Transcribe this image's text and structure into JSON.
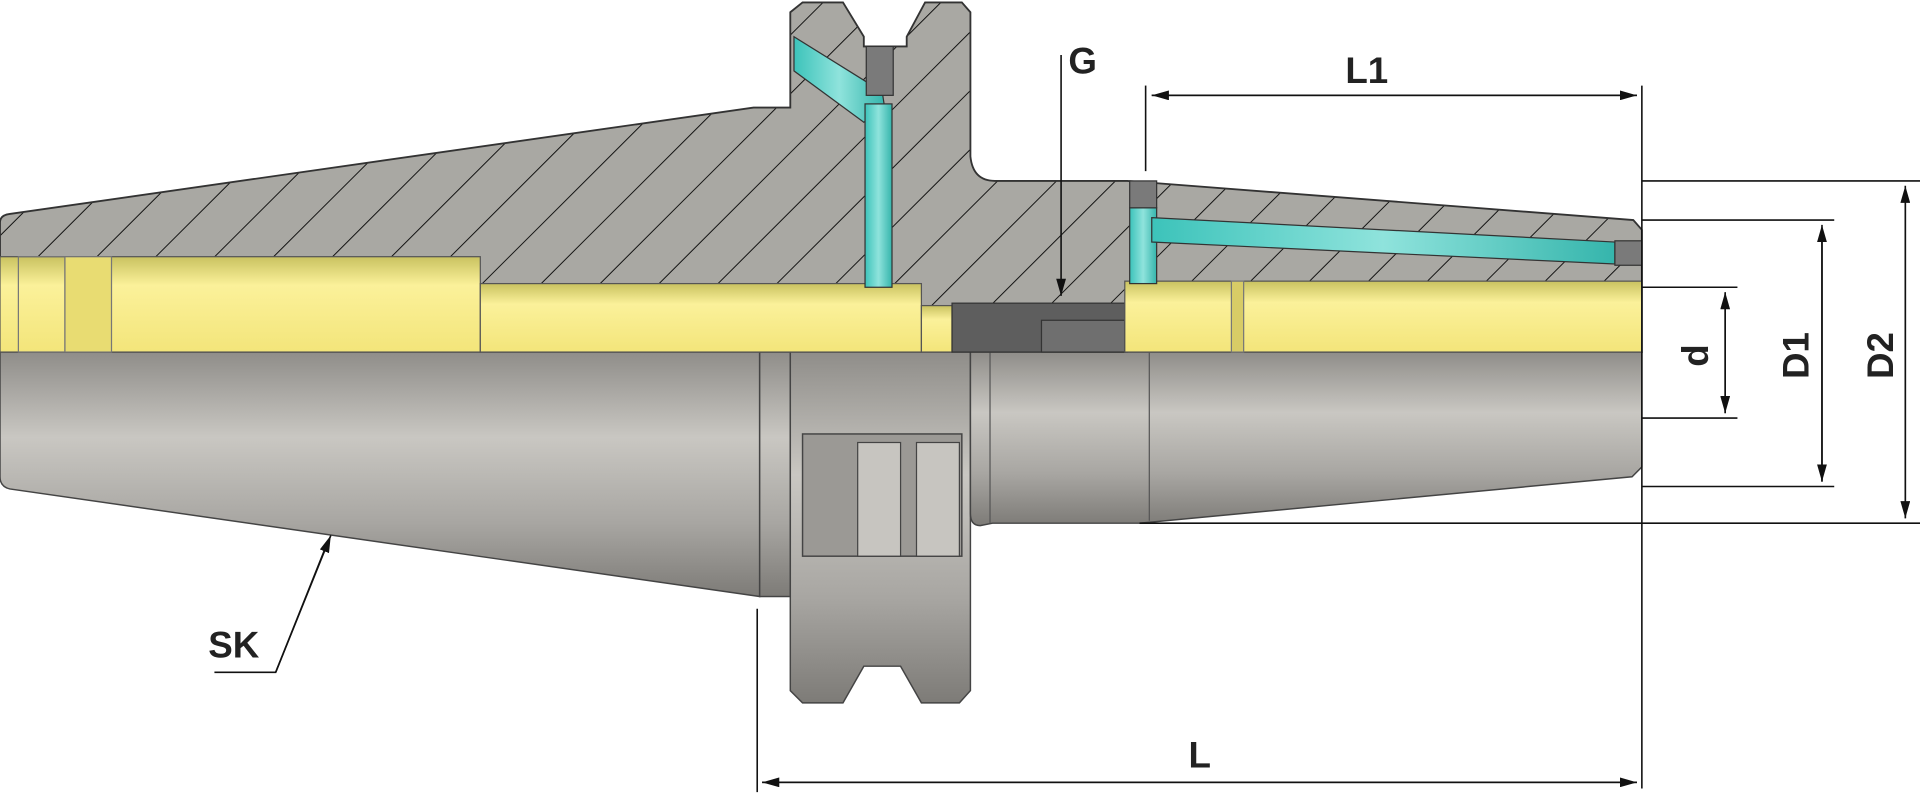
{
  "title": "Shrink-fit tool holder cross-section (SK taper)",
  "labels": {
    "sk": "SK",
    "g": "G",
    "l1": "L1",
    "l": "L",
    "d": "d",
    "d1": "D1",
    "d2": "D2"
  },
  "colors": {
    "section": "#a9a8a3",
    "bore": "#f5ea8c",
    "coolant": "#5fd3cb",
    "body": "#b4b2ae",
    "dark": "#5e5e5e",
    "line": "#222222"
  }
}
